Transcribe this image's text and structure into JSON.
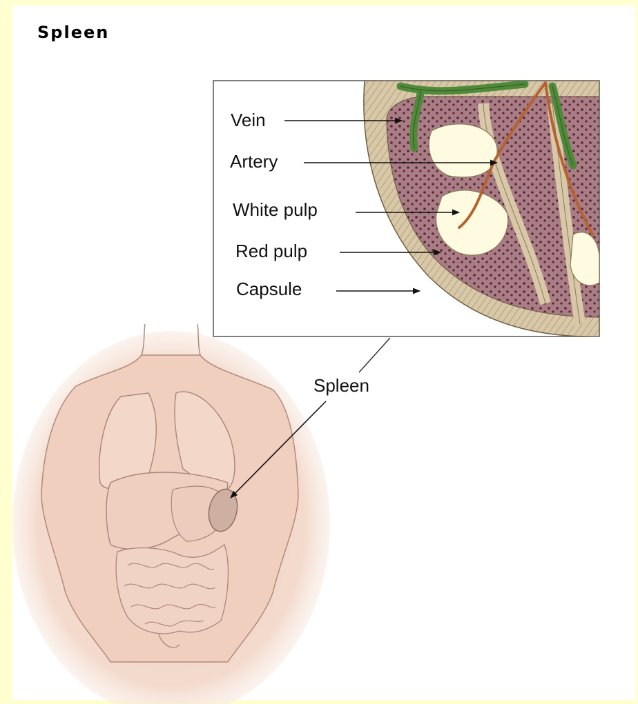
{
  "title": "Spleen",
  "inset_labels": {
    "vein": "Vein",
    "artery": "Artery",
    "white_pulp": "White pulp",
    "red_pulp": "Red pulp",
    "capsule": "Capsule"
  },
  "body_label": "Spleen",
  "colors": {
    "frame": "#ffffd0",
    "red_pulp": "#8a4a5c",
    "white_pulp": "#fffbe0",
    "vein": "#4f8a3a",
    "artery": "#b5622e",
    "skin": "#f3d6c8",
    "capsule": "#c9b89a"
  }
}
